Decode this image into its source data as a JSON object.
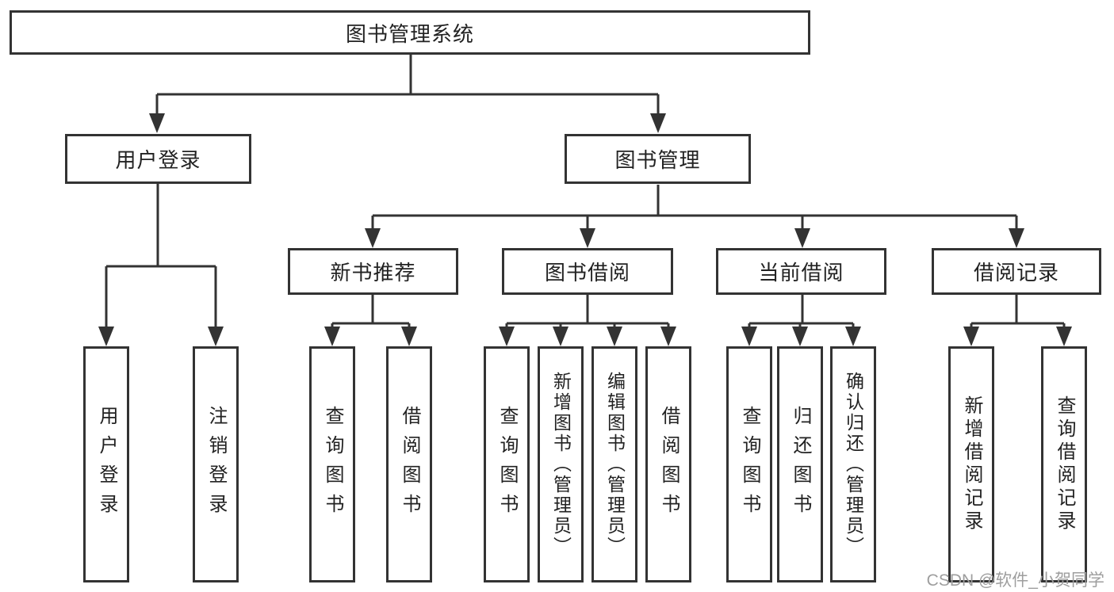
{
  "tree": {
    "root": {
      "label": "图书管理系统"
    },
    "branches": [
      {
        "label": "用户登录",
        "children": [
          {
            "label": "用户登录"
          },
          {
            "label": "注销登录"
          }
        ]
      },
      {
        "label": "图书管理",
        "children": [
          {
            "label": "新书推荐",
            "children": [
              {
                "label": "查询图书"
              },
              {
                "label": "借阅图书"
              }
            ]
          },
          {
            "label": "图书借阅",
            "children": [
              {
                "label": "查询图书"
              },
              {
                "label": "新增图书（管理员）"
              },
              {
                "label": "编辑图书（管理员）"
              },
              {
                "label": "借阅图书"
              }
            ]
          },
          {
            "label": "当前借阅",
            "children": [
              {
                "label": "查询图书"
              },
              {
                "label": "归还图书"
              },
              {
                "label": "确认归还（管理员）"
              }
            ]
          },
          {
            "label": "借阅记录",
            "children": [
              {
                "label": "新增借阅记录"
              },
              {
                "label": "查询借阅记录"
              }
            ]
          }
        ]
      }
    ]
  },
  "watermark": {
    "text": "CSDN @软件_小贺同学"
  },
  "colors": {
    "line": "#333333",
    "text": "#222222",
    "box_background": "#ffffff",
    "watermark": "#9e9e9e"
  }
}
